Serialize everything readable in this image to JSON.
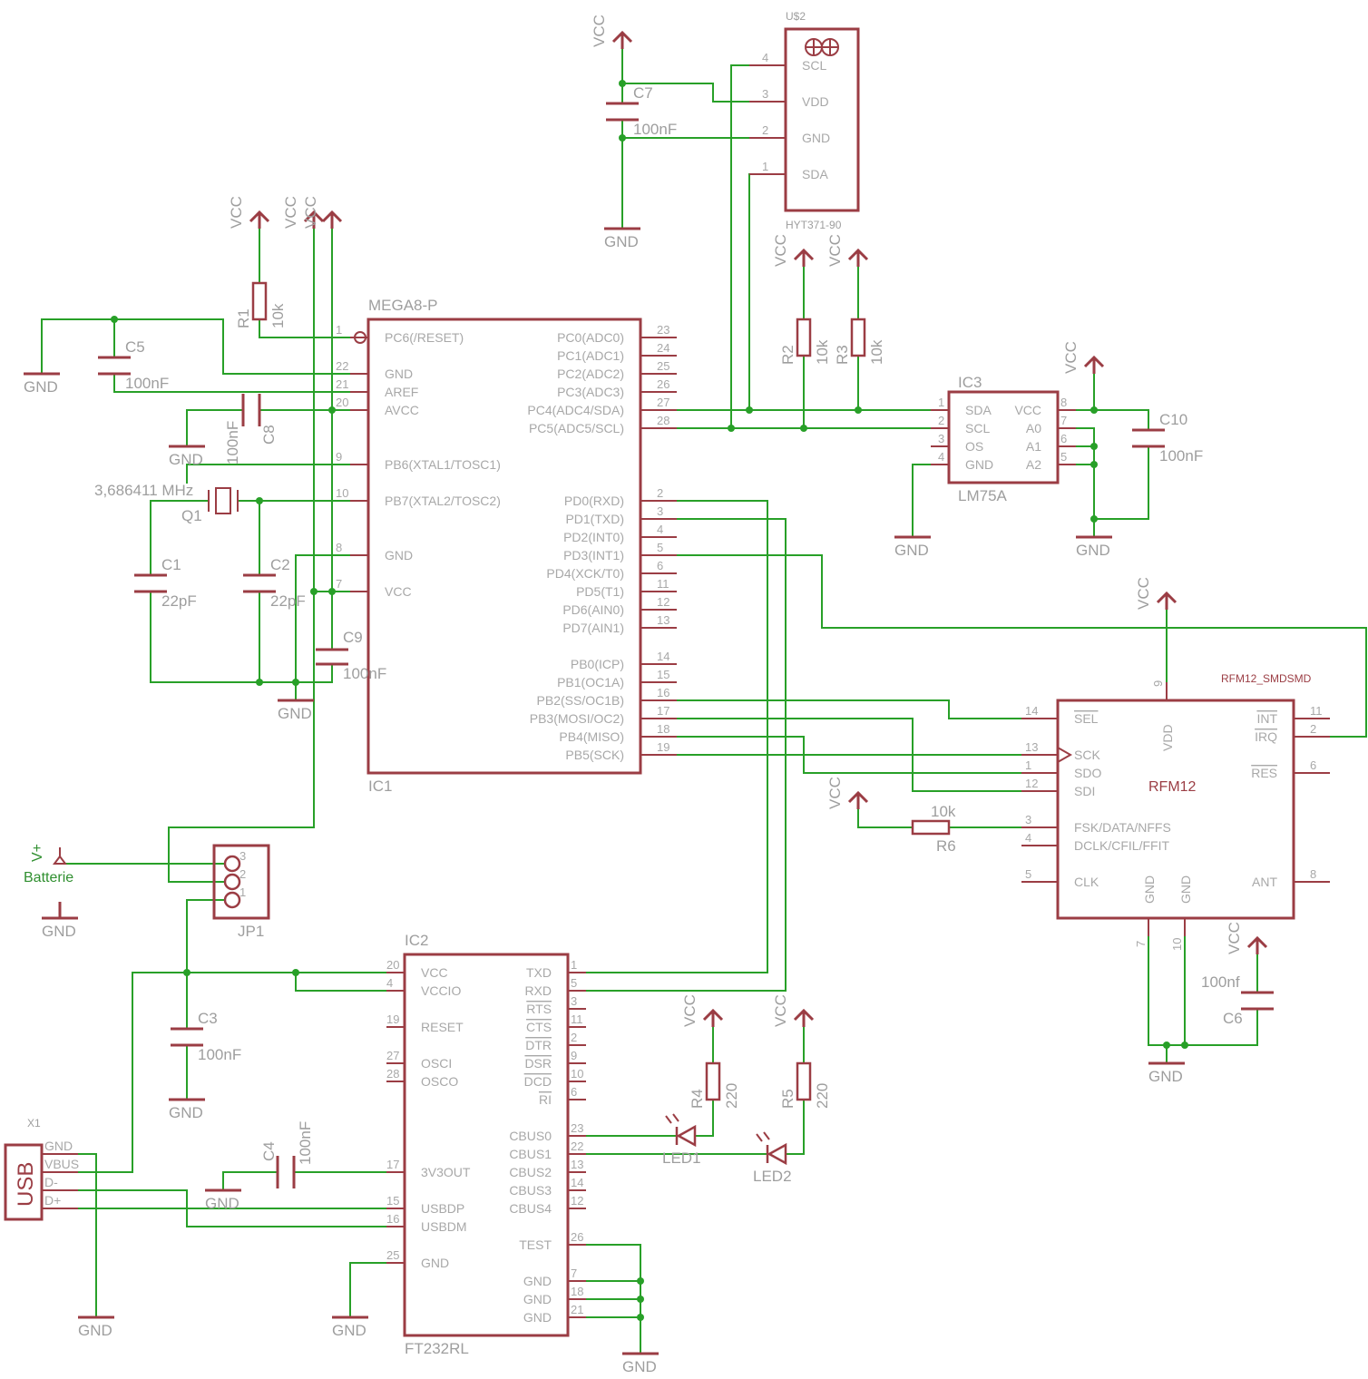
{
  "components": {
    "ic1": {
      "type": "MEGA8-P",
      "ref": "IC1",
      "left_pins": [
        {
          "num": "1",
          "name": "PC6(/RESET)"
        },
        {
          "num": "22",
          "name": "GND"
        },
        {
          "num": "21",
          "name": "AREF"
        },
        {
          "num": "20",
          "name": "AVCC"
        },
        {
          "num": "9",
          "name": "PB6(XTAL1/TOSC1)"
        },
        {
          "num": "10",
          "name": "PB7(XTAL2/TOSC2)"
        },
        {
          "num": "8",
          "name": "GND"
        },
        {
          "num": "7",
          "name": "VCC"
        }
      ],
      "right_pins": [
        {
          "num": "23",
          "name": "PC0(ADC0)"
        },
        {
          "num": "24",
          "name": "PC1(ADC1)"
        },
        {
          "num": "25",
          "name": "PC2(ADC2)"
        },
        {
          "num": "26",
          "name": "PC3(ADC3)"
        },
        {
          "num": "27",
          "name": "PC4(ADC4/SDA)"
        },
        {
          "num": "28",
          "name": "PC5(ADC5/SCL)"
        },
        {
          "num": "2",
          "name": "PD0(RXD)"
        },
        {
          "num": "3",
          "name": "PD1(TXD)"
        },
        {
          "num": "4",
          "name": "PD2(INT0)"
        },
        {
          "num": "5",
          "name": "PD3(INT1)"
        },
        {
          "num": "6",
          "name": "PD4(XCK/T0)"
        },
        {
          "num": "11",
          "name": "PD5(T1)"
        },
        {
          "num": "12",
          "name": "PD6(AIN0)"
        },
        {
          "num": "13",
          "name": "PD7(AIN1)"
        },
        {
          "num": "14",
          "name": "PB0(ICP)"
        },
        {
          "num": "15",
          "name": "PB1(OC1A)"
        },
        {
          "num": "16",
          "name": "PB2(SS/OC1B)"
        },
        {
          "num": "17",
          "name": "PB3(MOSI/OC2)"
        },
        {
          "num": "18",
          "name": "PB4(MISO)"
        },
        {
          "num": "19",
          "name": "PB5(SCK)"
        }
      ]
    },
    "ic2": {
      "type": "FT232RL",
      "ref": "IC2",
      "left_pins": [
        {
          "num": "20",
          "name": "VCC"
        },
        {
          "num": "4",
          "name": "VCCIO"
        },
        {
          "num": "19",
          "name": "RESET"
        },
        {
          "num": "27",
          "name": "OSCI"
        },
        {
          "num": "28",
          "name": "OSCO"
        },
        {
          "num": "17",
          "name": "3V3OUT"
        },
        {
          "num": "15",
          "name": "USBDP"
        },
        {
          "num": "16",
          "name": "USBDM"
        },
        {
          "num": "25",
          "name": "GND"
        }
      ],
      "right_pins": [
        {
          "num": "1",
          "name": "TXD"
        },
        {
          "num": "5",
          "name": "RXD"
        },
        {
          "num": "3",
          "name": "RTS"
        },
        {
          "num": "11",
          "name": "CTS"
        },
        {
          "num": "2",
          "name": "DTR"
        },
        {
          "num": "9",
          "name": "DSR"
        },
        {
          "num": "10",
          "name": "DCD"
        },
        {
          "num": "6",
          "name": "RI"
        },
        {
          "num": "23",
          "name": "CBUS0"
        },
        {
          "num": "22",
          "name": "CBUS1"
        },
        {
          "num": "13",
          "name": "CBUS2"
        },
        {
          "num": "14",
          "name": "CBUS3"
        },
        {
          "num": "12",
          "name": "CBUS4"
        },
        {
          "num": "26",
          "name": "TEST"
        },
        {
          "num": "7",
          "name": "GND"
        },
        {
          "num": "18",
          "name": "GND"
        },
        {
          "num": "21",
          "name": "GND"
        }
      ]
    },
    "ic3": {
      "type": "LM75A",
      "ref": "IC3",
      "left_pins": [
        {
          "num": "1",
          "name": "SDA"
        },
        {
          "num": "2",
          "name": "SCL"
        },
        {
          "num": "3",
          "name": "OS"
        },
        {
          "num": "4",
          "name": "GND"
        }
      ],
      "right_pins": [
        {
          "num": "8",
          "name": "VCC"
        },
        {
          "num": "7",
          "name": "A0"
        },
        {
          "num": "6",
          "name": "A1"
        },
        {
          "num": "5",
          "name": "A2"
        }
      ]
    },
    "u2": {
      "type": "HYT371-90",
      "ref": "U$2",
      "pins": [
        {
          "num": "4",
          "name": "SCL"
        },
        {
          "num": "3",
          "name": "VDD"
        },
        {
          "num": "2",
          "name": "GND"
        },
        {
          "num": "1",
          "name": "SDA"
        }
      ]
    },
    "rfm12": {
      "name": "RFM12",
      "package": "RFM12_SMDSMD",
      "left_pins": [
        {
          "num": "14",
          "name": "SEL"
        },
        {
          "num": "13",
          "name": "SCK"
        },
        {
          "num": "1",
          "name": "SDO"
        },
        {
          "num": "12",
          "name": "SDI"
        },
        {
          "num": "3",
          "name": "FSK/DATA/NFFS"
        },
        {
          "num": "4",
          "name": "DCLK/CFIL/FFIT"
        },
        {
          "num": "5",
          "name": "CLK"
        }
      ],
      "right_pins": [
        {
          "num": "11",
          "name": "INT"
        },
        {
          "num": "2",
          "name": "IRQ"
        },
        {
          "num": "6",
          "name": "RES"
        },
        {
          "num": "8",
          "name": "ANT"
        }
      ],
      "top_pin": {
        "num": "9",
        "name": "VDD"
      },
      "bottom_pins": [
        {
          "num": "7",
          "name": "GND"
        },
        {
          "num": "10",
          "name": "GND"
        }
      ]
    },
    "jp1": {
      "ref": "JP1",
      "pins": [
        "3",
        "2",
        "1"
      ]
    },
    "usb": {
      "ref": "X1",
      "label": "USB",
      "pins": [
        "GND",
        "VBUS",
        "D-",
        "D+"
      ]
    }
  },
  "passives": {
    "r1": {
      "ref": "R1",
      "value": "10k"
    },
    "r2": {
      "ref": "R2",
      "value": "10k"
    },
    "r3": {
      "ref": "R3",
      "value": "10k"
    },
    "r4": {
      "ref": "R4",
      "value": "220"
    },
    "r5": {
      "ref": "R5",
      "value": "220"
    },
    "r6": {
      "ref": "R6",
      "value": "10k"
    },
    "c1": {
      "ref": "C1",
      "value": "22pF"
    },
    "c2": {
      "ref": "C2",
      "value": "22pF"
    },
    "c3": {
      "ref": "C3",
      "value": "100nF"
    },
    "c4": {
      "ref": "C4",
      "value": "100nF"
    },
    "c5": {
      "ref": "C5",
      "value": "100nF"
    },
    "c6": {
      "ref": "C6",
      "value": "100nf"
    },
    "c7": {
      "ref": "C7",
      "value": "100nF"
    },
    "c8": {
      "ref": "C8",
      "value": "100nF"
    },
    "c9": {
      "ref": "C9",
      "value": "100nF"
    },
    "c10": {
      "ref": "C10",
      "value": "100nF"
    },
    "q1": {
      "ref": "Q1",
      "value": "3,686411 MHz"
    },
    "led1": {
      "ref": "LED1"
    },
    "led2": {
      "ref": "LED2"
    }
  },
  "power": {
    "vcc": "VCC",
    "gnd": "GND",
    "vplus": "V+",
    "battery": "Batterie"
  },
  "colors": {
    "wire": "#28a028",
    "part": "#9b3d44",
    "pin_text": "#a8a8a8",
    "net_label": "#2f8f2f"
  }
}
